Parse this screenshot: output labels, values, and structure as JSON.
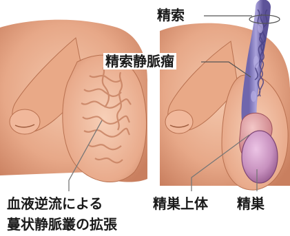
{
  "labels": {
    "spermatic_cord": "精索",
    "varicocele": "精索静脈瘤",
    "caption_line1": "血液逆流による",
    "caption_line2": "蔓状静脈叢の拡張",
    "epididymis": "精巣上体",
    "testis": "精巣"
  },
  "colors": {
    "skin": "#e7a888",
    "skin_shadow": "#c97f5f",
    "skin_light": "#f4c8ad",
    "vein": "#8f86c6",
    "vein_dark": "#5d5399",
    "testis": "#c790be",
    "testis_dark": "#9a5f93",
    "leader": "#777777"
  }
}
